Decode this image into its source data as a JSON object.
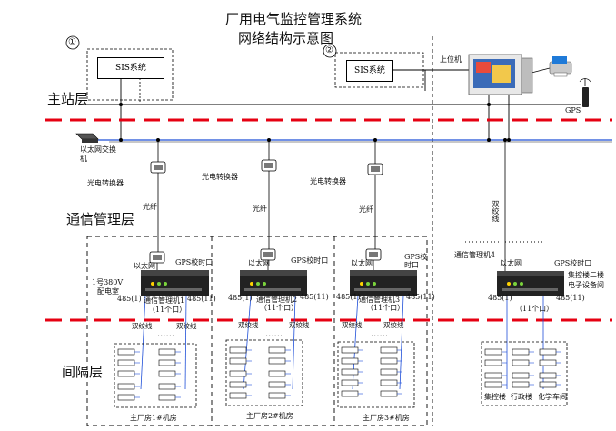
{
  "title_line1": "厂用电气监控管理系统",
  "title_line2": "网络结构示意图",
  "markers": [
    "①",
    "②"
  ],
  "layers": {
    "station": "主站层",
    "comm": "通信管理层",
    "bay": "间隔层"
  },
  "sis_label": "SIS系统",
  "host_label": "上位机",
  "gps_label": "GPS",
  "switch_label": "以太网交换机",
  "converter_label": "光电转换器",
  "fiber_label": "光纤",
  "twisted_pair_label": "双绞线",
  "ethernet_label": "以太网",
  "gps_port_label": "GPS校时口",
  "port_left": "485(1)",
  "port_right": "485(11)",
  "comm_units": [
    {
      "name": "通信管理机1",
      "ports": "（11个口）",
      "side_note_1": "1号380V",
      "side_note_2": "配电室",
      "room": "主厂房1#机房"
    },
    {
      "name": "通信管理机2",
      "ports": "（11个口）",
      "room": "主厂房2#机房"
    },
    {
      "name": "通信管理机3",
      "ports": "（11个口）",
      "room": "主厂房3#机房"
    },
    {
      "name": "通信管理机4",
      "ports": "（11个口）",
      "side_note_1": "集控楼二楼",
      "side_note_2": "电子设备间",
      "rooms": [
        "集控楼",
        "行政楼",
        "化学车间"
      ]
    }
  ],
  "colors": {
    "dash": "#e60012",
    "network": "#1f4fd8",
    "device": "#222222"
  }
}
